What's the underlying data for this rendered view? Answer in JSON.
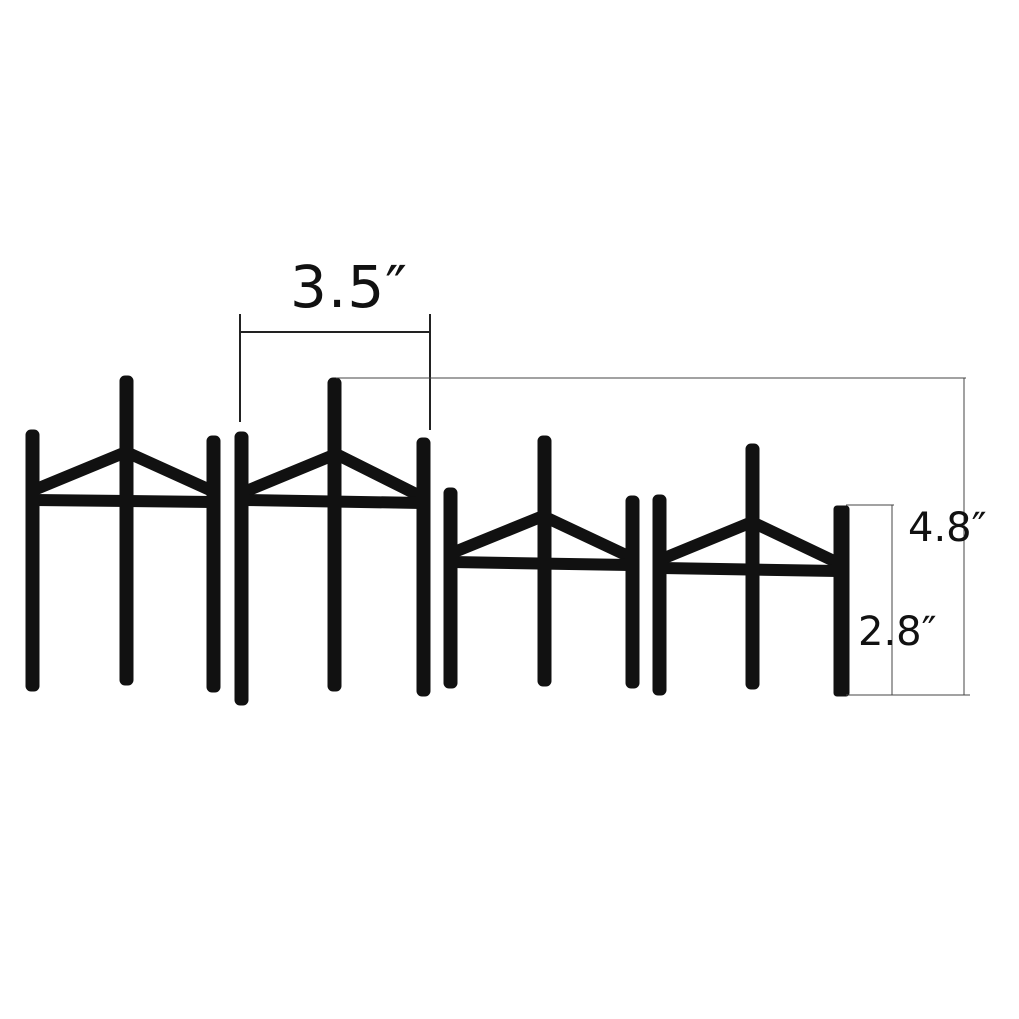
{
  "colors": {
    "background": "#ffffff",
    "stand_metal": "#111111",
    "dimension_line": "#222222"
  },
  "dimensions": {
    "width_label": "3.5″",
    "tall_height_label": "4.8″",
    "short_height_label": "2.8″"
  },
  "stands": [
    {
      "id": "stand-1",
      "size": "tall"
    },
    {
      "id": "stand-2",
      "size": "tall"
    },
    {
      "id": "stand-3",
      "size": "short"
    },
    {
      "id": "stand-4",
      "size": "short"
    }
  ]
}
